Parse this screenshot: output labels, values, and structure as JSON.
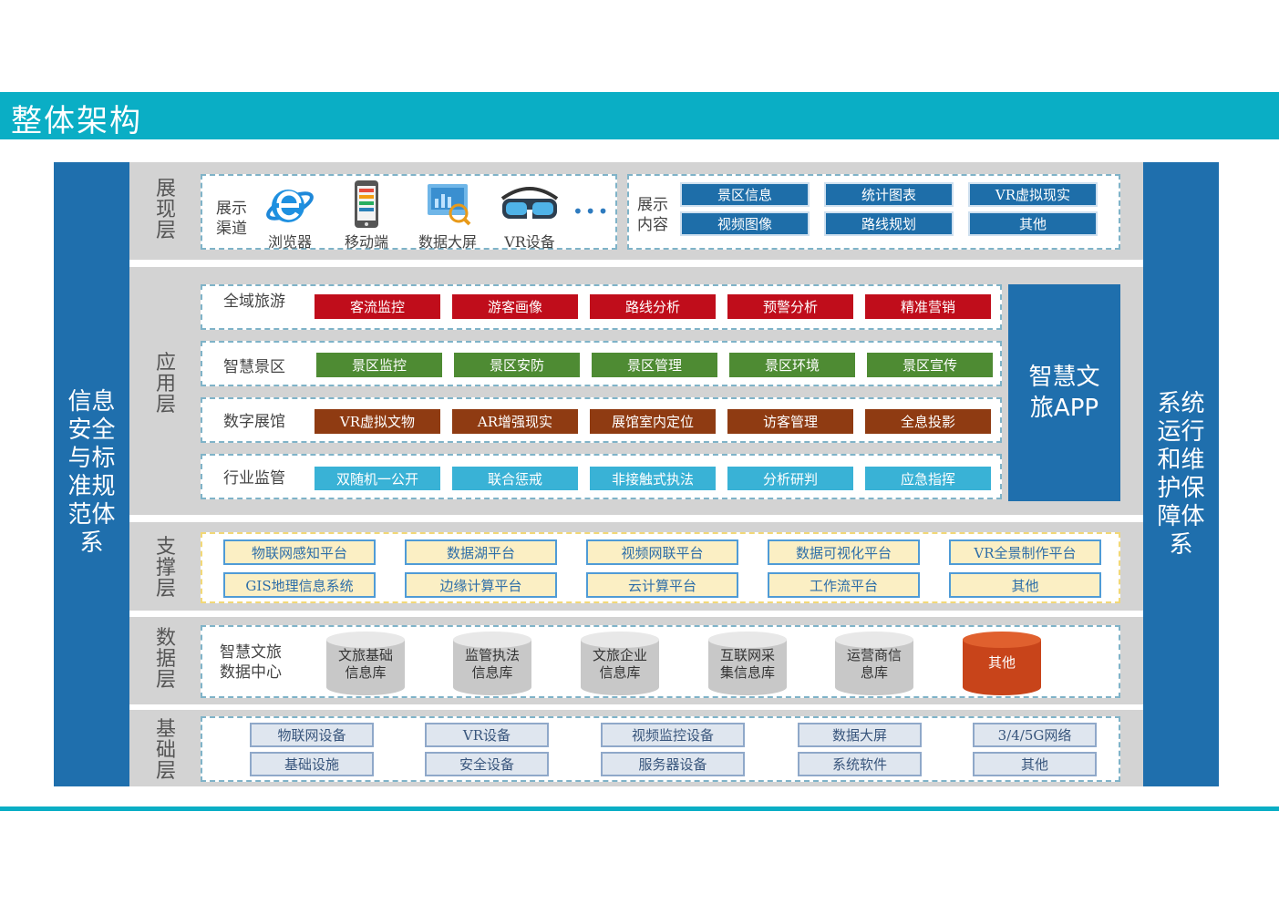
{
  "title": "整体架构",
  "left_column": [
    "信息",
    "安全",
    "与标",
    "准规",
    "范体",
    "系"
  ],
  "right_column": [
    "系统",
    "运行",
    "和维",
    "护保",
    "障体",
    "系"
  ],
  "layers": {
    "display": {
      "label": [
        "展",
        "现",
        "层"
      ],
      "channel_label": [
        "展示",
        "渠道"
      ],
      "devices": [
        "浏览器",
        "移动端",
        "数据大屏",
        "VR设备"
      ],
      "more": "•••",
      "content_label": [
        "展示",
        "内容"
      ],
      "content": [
        "景区信息",
        "统计图表",
        "VR虚拟现实",
        "视频图像",
        "路线规划",
        "其他"
      ]
    },
    "application": {
      "label": [
        "应",
        "用",
        "层"
      ],
      "rows": [
        {
          "name": "全域旅游",
          "items": [
            "客流监控",
            "游客画像",
            "路线分析",
            "预警分析",
            "精准营销"
          ]
        },
        {
          "name": "智慧景区",
          "items": [
            "景区监控",
            "景区安防",
            "景区管理",
            "景区环境",
            "景区宣传"
          ]
        },
        {
          "name": "数字展馆",
          "items": [
            "VR虚拟文物",
            "AR增强现实",
            "展馆室内定位",
            "访客管理",
            "全息投影"
          ]
        },
        {
          "name": "行业监管",
          "items": [
            "双随机一公开",
            "联合惩戒",
            "非接触式执法",
            "分析研判",
            "应急指挥"
          ]
        }
      ],
      "app": [
        "智慧文",
        "旅APP"
      ]
    },
    "support": {
      "label": [
        "支",
        "撑",
        "层"
      ],
      "items": [
        "物联网感知平台",
        "数据湖平台",
        "视频网联平台",
        "数据可视化平台",
        "VR全景制作平台",
        "GIS地理信息系统",
        "边缘计算平台",
        "云计算平台",
        "工作流平台",
        "其他"
      ]
    },
    "data": {
      "label": [
        "数",
        "据",
        "层"
      ],
      "center_label": [
        "智慧文旅",
        "数据中心"
      ],
      "items": [
        [
          "文旅基础",
          "信息库"
        ],
        [
          "监管执法",
          "信息库"
        ],
        [
          "文旅企业",
          "信息库"
        ],
        [
          "互联网采",
          "集信息库"
        ],
        [
          "运营商信",
          "息库"
        ],
        [
          "其他"
        ]
      ]
    },
    "base": {
      "label": [
        "基",
        "础",
        "层"
      ],
      "items": [
        "物联网设备",
        "VR设备",
        "视频监控设备",
        "数据大屏",
        "3/4/5G网络",
        "基础设施",
        "安全设备",
        "服务器设备",
        "系统软件",
        "其他"
      ]
    }
  },
  "colors": {
    "teal_bar": "#0aaec5",
    "side_blue": "#1f6fad",
    "row_red": "#c00d1b",
    "row_green": "#4e8b33",
    "row_brown": "#8f3b12",
    "row_cyan": "#39b2d6",
    "cylinder_orange": "#c8441a"
  }
}
